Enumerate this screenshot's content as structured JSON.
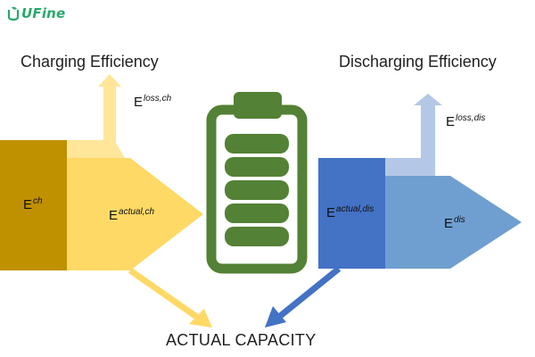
{
  "logo": {
    "text": "UFine",
    "icon": "battery-leaf-logo-icon"
  },
  "headings": {
    "charging": "Charging Efficiency",
    "discharging": "Discharging Efficiency"
  },
  "bottom_label": "ACTUAL CAPACITY",
  "labels": {
    "e_ch": {
      "base": "E",
      "sup": "ch"
    },
    "e_loss_ch": {
      "base": "E",
      "sup": "loss,ch"
    },
    "e_actual_ch": {
      "base": "E",
      "sup": "actual,ch"
    },
    "e_actual_dis": {
      "base": "E",
      "sup": "actual,dis"
    },
    "e_loss_dis": {
      "base": "E",
      "sup": "loss,dis"
    },
    "e_dis": {
      "base": "E",
      "sup": "dis"
    }
  },
  "battery": {
    "icon": "battery-icon",
    "cells": 5,
    "color": "#538135"
  },
  "colors": {
    "charge_input": "#bf9000",
    "charge_actual": "#ffd966",
    "charge_loss": "#ffe699",
    "charge_arrow": "#ffd966",
    "discharge_actual": "#4472c4",
    "discharge_output": "#6f9fd0",
    "discharge_loss": "#b4c7e7",
    "discharge_arrow": "#4472c4",
    "logo": "#27a96b"
  }
}
